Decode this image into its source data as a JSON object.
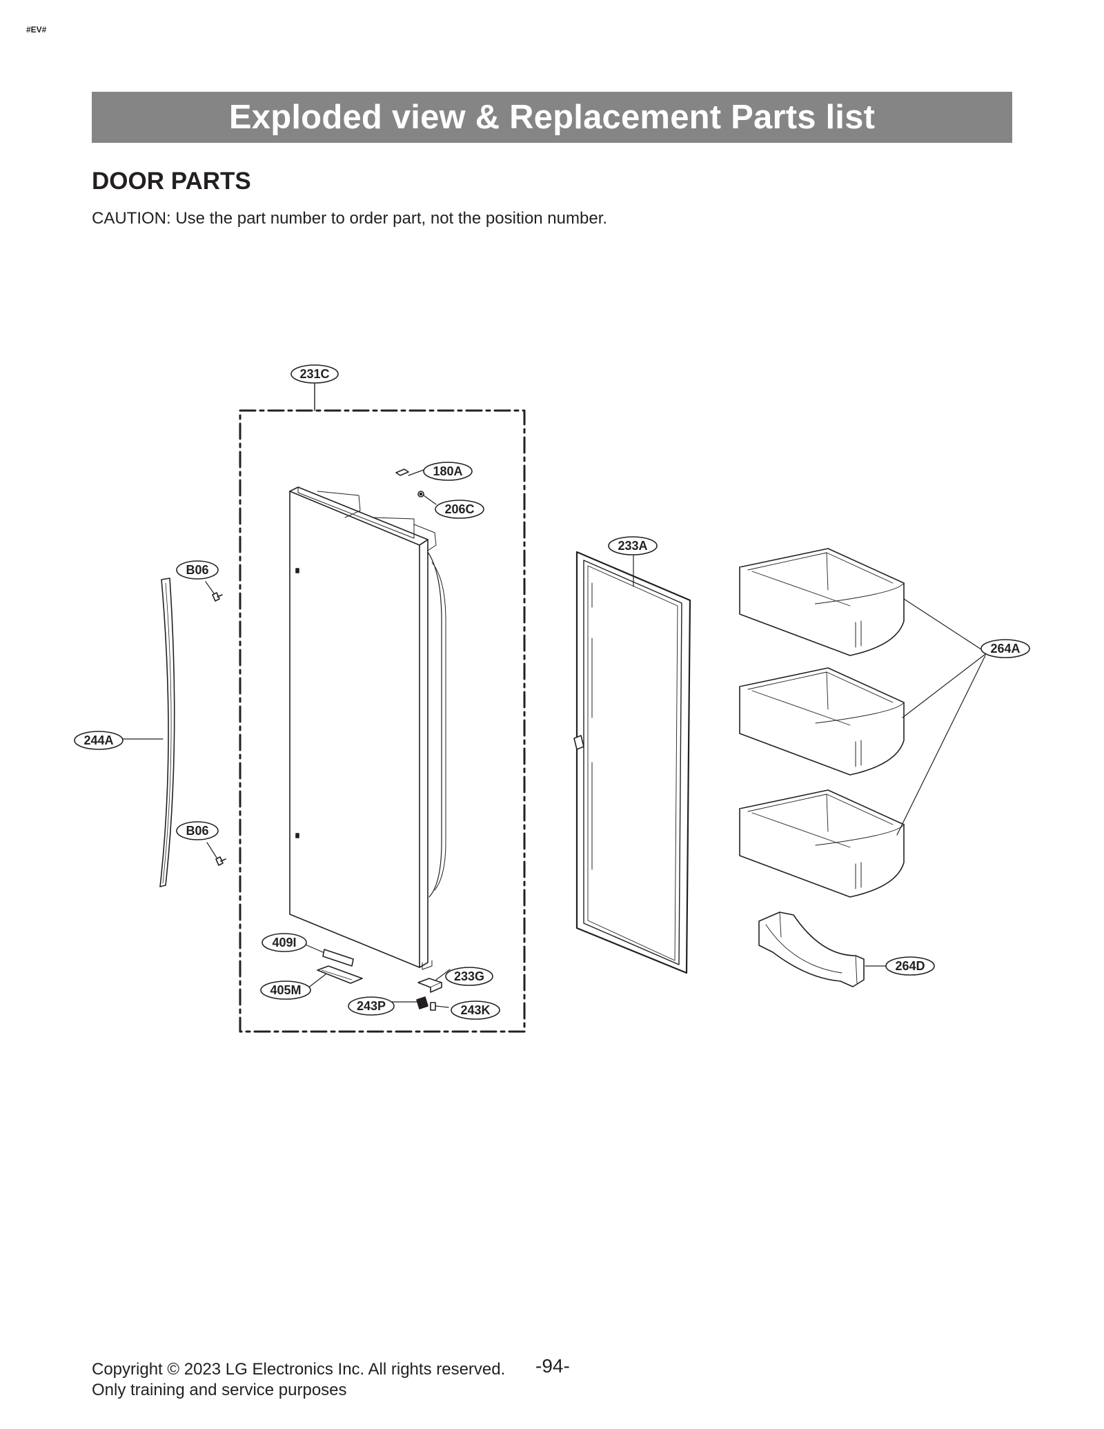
{
  "header_tag": "#EV#",
  "banner_title": "Exploded view & Replacement Parts list",
  "section_title": "DOOR PARTS",
  "caution": "CAUTION: Use the part number to order part, not the position number.",
  "callouts": {
    "c231C": "231C",
    "c180A": "180A",
    "c206C": "206C",
    "c233A": "233A",
    "c264A": "264A",
    "cB06a": "B06",
    "cB06b": "B06",
    "c244A": "244A",
    "c409I": "409I",
    "c405M": "405M",
    "c243P": "243P",
    "c233G": "233G",
    "c243K": "243K",
    "c264D": "264D"
  },
  "footer": {
    "copyright": "Copyright © 2023 LG Electronics Inc. All rights reserved.",
    "purpose": "Only training and service purposes",
    "page_number": "-94-"
  }
}
